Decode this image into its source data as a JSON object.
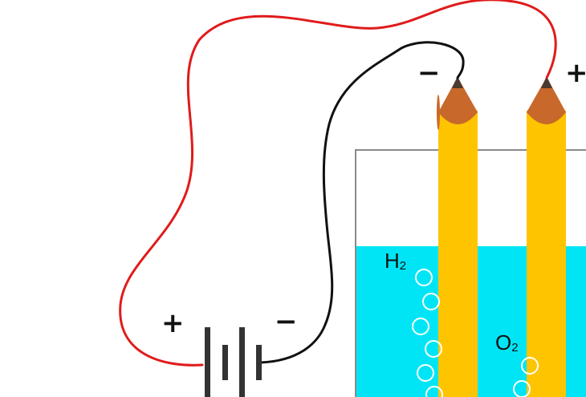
{
  "labels": {
    "battery_positive": "+",
    "battery_negative": "−",
    "cathode_sign": "−",
    "anode_sign": "+",
    "hydrogen": {
      "symbol": "H",
      "subscript": "2"
    },
    "oxygen": {
      "symbol": "O",
      "subscript": "2"
    }
  },
  "colors": {
    "positive_wire": "#e01b1b",
    "negative_wire": "#111111",
    "electrode_body": "#ffc400",
    "electrode_tip": "#c8682a",
    "electrode_point": "#4a3a30",
    "water": "#00e5f5",
    "container_outline": "#8a8a8a",
    "battery": "#333333",
    "bubble": "#ffffff"
  }
}
